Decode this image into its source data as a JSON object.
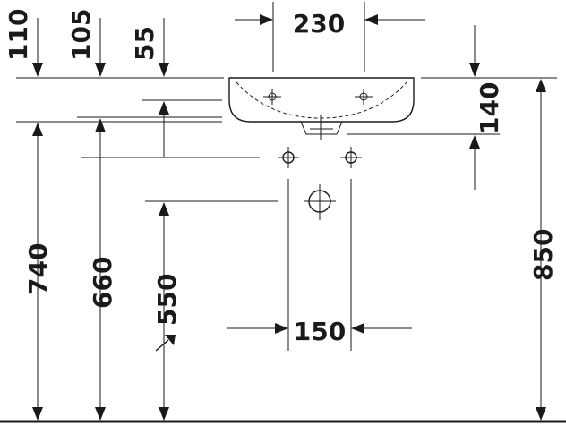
{
  "dimensions": {
    "d110": "110",
    "d105": "105",
    "d55": "55",
    "d230": "230",
    "d140": "140",
    "d740": "740",
    "d660": "660",
    "d550": "550",
    "d150": "150",
    "d850": "850"
  },
  "icons": {
    "tap_hole": "crosshair",
    "supply_connection": "circle-crosshair",
    "waste_outlet": "circle-crosshair",
    "note_arrow": "arrow-up-right"
  }
}
